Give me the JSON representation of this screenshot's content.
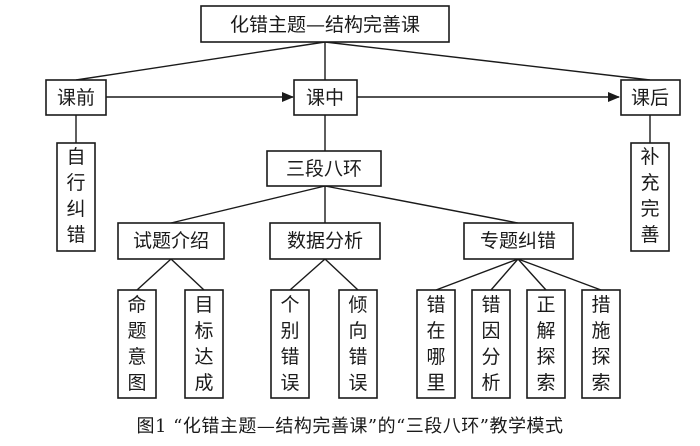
{
  "title": "化错主题—结构完善课",
  "stages": {
    "before": "课前",
    "during": "课中",
    "after": "课后"
  },
  "before_detail": "自行纠错",
  "after_detail": "补充完善",
  "core": "三段八环",
  "segments": [
    {
      "label": "试题介绍",
      "steps": [
        "命题意图",
        "目标达成"
      ]
    },
    {
      "label": "数据分析",
      "steps": [
        "个别错误",
        "倾向错误"
      ]
    },
    {
      "label": "专题纠错",
      "steps": [
        "错在哪里",
        "错因分析",
        "正解探索",
        "措施探索"
      ]
    }
  ],
  "caption": "图1 “化错主题—结构完善课”的“三段八环”教学模式"
}
